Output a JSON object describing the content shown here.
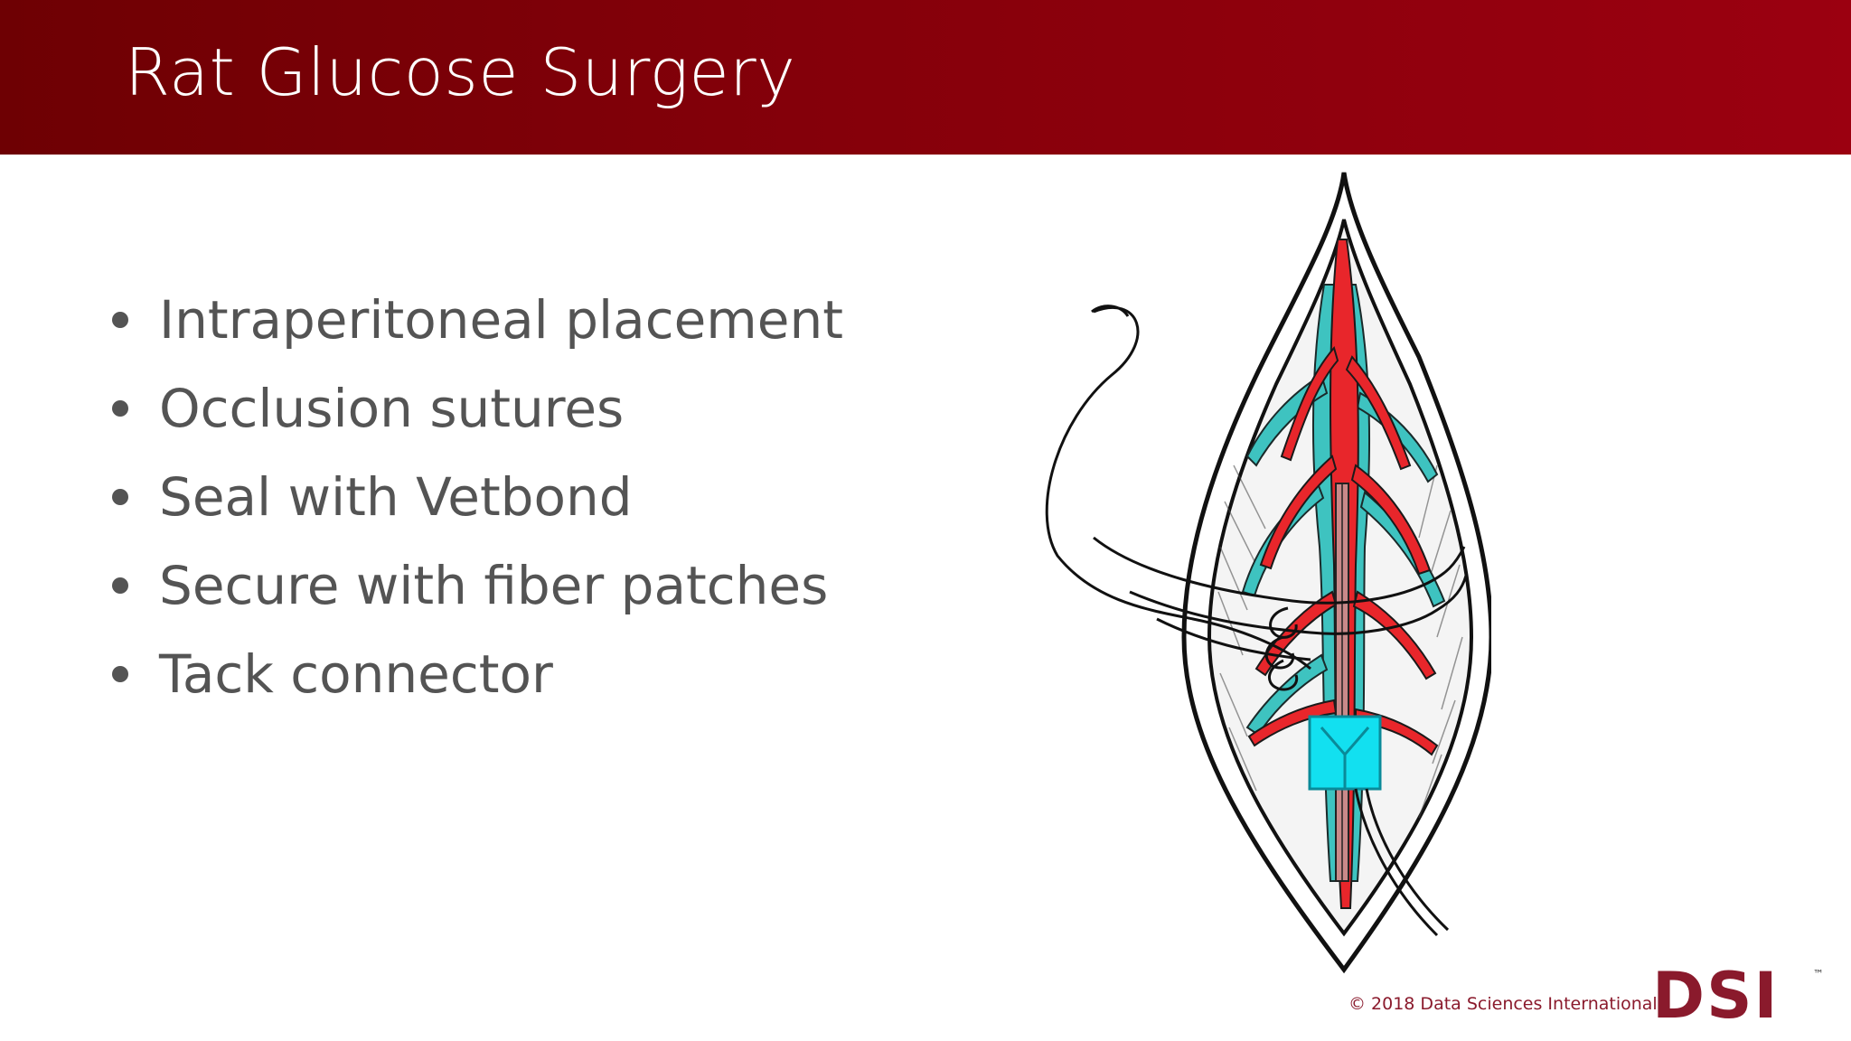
{
  "slide": {
    "title": "Rat Glucose Surgery",
    "bullets": [
      "Intraperitoneal placement",
      "Occlusion sutures",
      "Seal with Vetbond",
      "Secure with fiber patches",
      "Tack connector"
    ]
  },
  "footer": {
    "copyright": "© 2018 Data Sciences International",
    "logo_text": "DSI",
    "logo_mark": "™"
  },
  "colors": {
    "header": "#85000a",
    "bullet_text": "#545454",
    "artery": "#e8262b",
    "vein": "#3ec3c0",
    "connector": "#12e0f0",
    "brand": "#8a1a2c"
  }
}
